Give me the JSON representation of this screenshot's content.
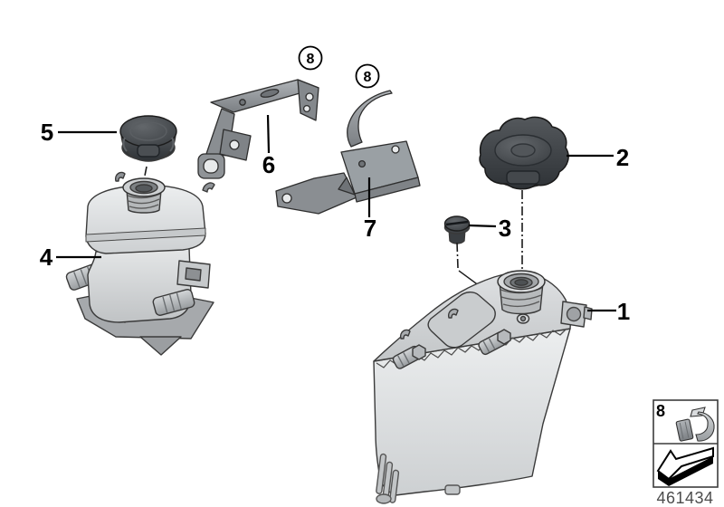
{
  "figure": {
    "type": "parts-diagram",
    "drawing_number": "461434"
  },
  "callouts": {
    "n1": "1",
    "n2": "2",
    "n3": "3",
    "n4": "4",
    "n5": "5",
    "n6": "6",
    "n7": "7",
    "circled_a": "8",
    "circled_b": "8"
  },
  "legend": {
    "number": "8"
  },
  "icons": {
    "legend_top": "clip-icon",
    "legend_bottom": "installation-direction-arrow-icon"
  },
  "colors": {
    "background": "#ffffff",
    "line": "#000000",
    "cap_dark": "#3c4044",
    "bracket_gray": "#94989c",
    "tank_light": "#dfe1e3",
    "drawing_number_text": "#4c4c4c"
  }
}
